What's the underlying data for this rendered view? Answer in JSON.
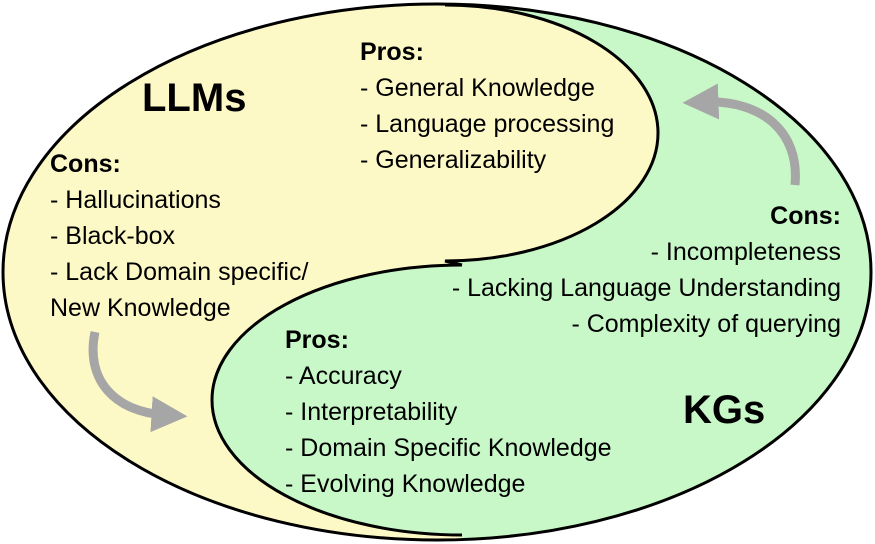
{
  "colors": {
    "llm_fill": "#fdf9c6",
    "kg_fill": "#c8f7c8",
    "arrow": "#a6a6a6",
    "stroke": "#000000"
  },
  "llms": {
    "title": "LLMs",
    "pros_label": "Pros:",
    "pros": [
      "- General Knowledge",
      "- Language processing",
      "- Generalizability"
    ],
    "cons_label": "Cons:",
    "cons": [
      "- Hallucinations",
      "- Black-box",
      "- Lack Domain specific/",
      "New Knowledge"
    ]
  },
  "kgs": {
    "title": "KGs",
    "pros_label": "Pros:",
    "pros": [
      "- Accuracy",
      "- Interpretability",
      "- Domain Specific Knowledge",
      "- Evolving Knowledge"
    ],
    "cons_label": "Cons:",
    "cons": [
      "- Incompleteness",
      "- Lacking Language Understanding",
      "- Complexity of querying"
    ]
  }
}
